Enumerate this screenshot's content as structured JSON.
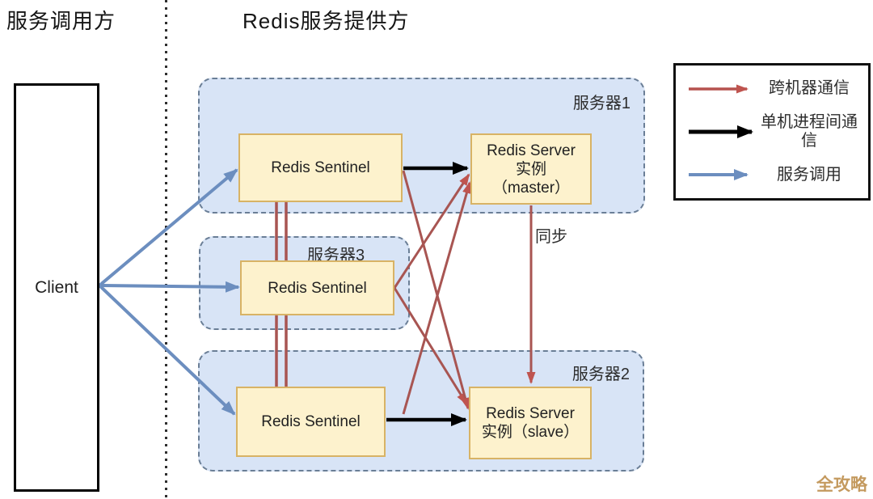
{
  "page": {
    "left_header": "服务调用方",
    "right_header": "Redis服务提供方"
  },
  "client": {
    "label": "Client"
  },
  "server1": {
    "label": "服务器1",
    "sentinel_label": "Redis Sentinel",
    "instance": {
      "line1": "Redis Server",
      "line2": "实例",
      "line3": "（master）"
    }
  },
  "server3": {
    "label": "服务器3",
    "sentinel_label": "Redis Sentinel"
  },
  "server2": {
    "label": "服务器2",
    "sentinel_label": "Redis Sentinel",
    "instance": {
      "line1": "Redis Server",
      "line2": "实例（slave）"
    }
  },
  "annotations": {
    "sync_label": "同步",
    "watermark": "全攻略"
  },
  "legend": {
    "cross_machine": "跨机器通信",
    "single_machine_process": "单机进程间通信",
    "service_call": "服务调用"
  },
  "colors": {
    "cross_machine_arrow": "#a85552",
    "cross_machine_head": "#bf544f",
    "process_arrow": "#000000",
    "service_call_arrow": "#6c8ebf",
    "container_fill": "#d8e4f6",
    "container_border": "#6a7e96",
    "node_fill": "#fdf2cd",
    "node_border": "#d8b365",
    "watermark": "#c49a5f"
  }
}
